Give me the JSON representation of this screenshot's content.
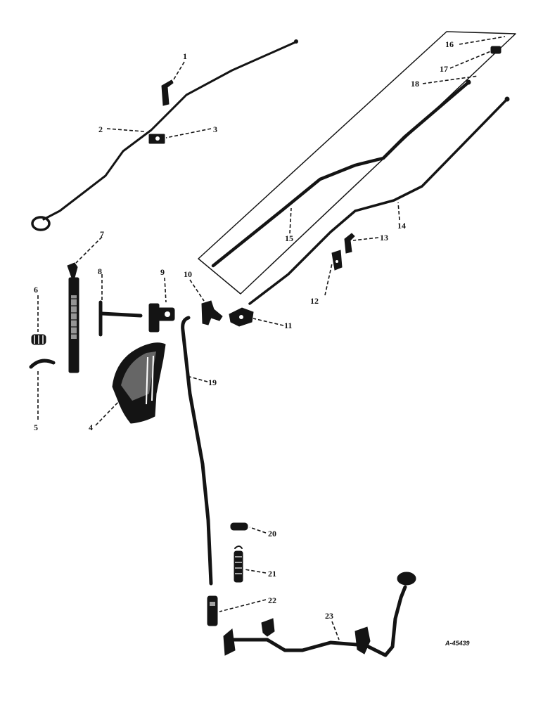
{
  "diagram": {
    "drawing_code": "A-45439",
    "callouts": [
      "1",
      "2",
      "3",
      "4",
      "5",
      "6",
      "7",
      "8",
      "9",
      "10",
      "11",
      "12",
      "13",
      "14",
      "15",
      "16",
      "17",
      "18",
      "19",
      "20",
      "21",
      "22",
      "23"
    ]
  }
}
